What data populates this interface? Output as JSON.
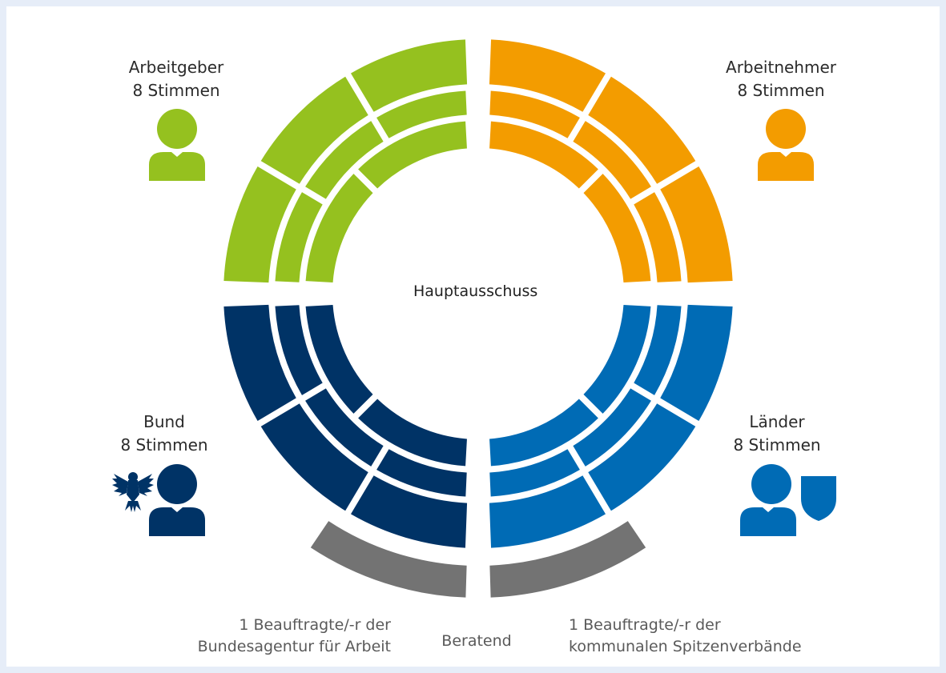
{
  "center": {
    "title": "Hauptausschuss"
  },
  "groups": {
    "arbeitgeber": {
      "name": "Arbeitgeber",
      "votes": "8 Stimmen",
      "color": "#95c11f",
      "seats": 8
    },
    "arbeitnehmer": {
      "name": "Arbeitnehmer",
      "votes": "8 Stimmen",
      "color": "#f39c00",
      "seats": 8
    },
    "bund": {
      "name": "Bund",
      "votes": "8 Stimmen",
      "color": "#003366",
      "seats": 8
    },
    "laender": {
      "name": "Länder",
      "votes": "8 Stimmen",
      "color": "#006bb5",
      "seats": 8
    }
  },
  "advisory": {
    "label": "Beratend",
    "color": "#737373",
    "left": {
      "line1": "1 Beauftragte/-r der",
      "line2": "Bundesagentur für Arbeit"
    },
    "right": {
      "line1": "1 Beauftragte/-r der",
      "line2": "kommunalen Spitzenverbände"
    }
  },
  "icons": [
    "person-icon",
    "person-icon",
    "federal-eagle-icon",
    "person-icon",
    "person-icon",
    "shield-icon"
  ]
}
